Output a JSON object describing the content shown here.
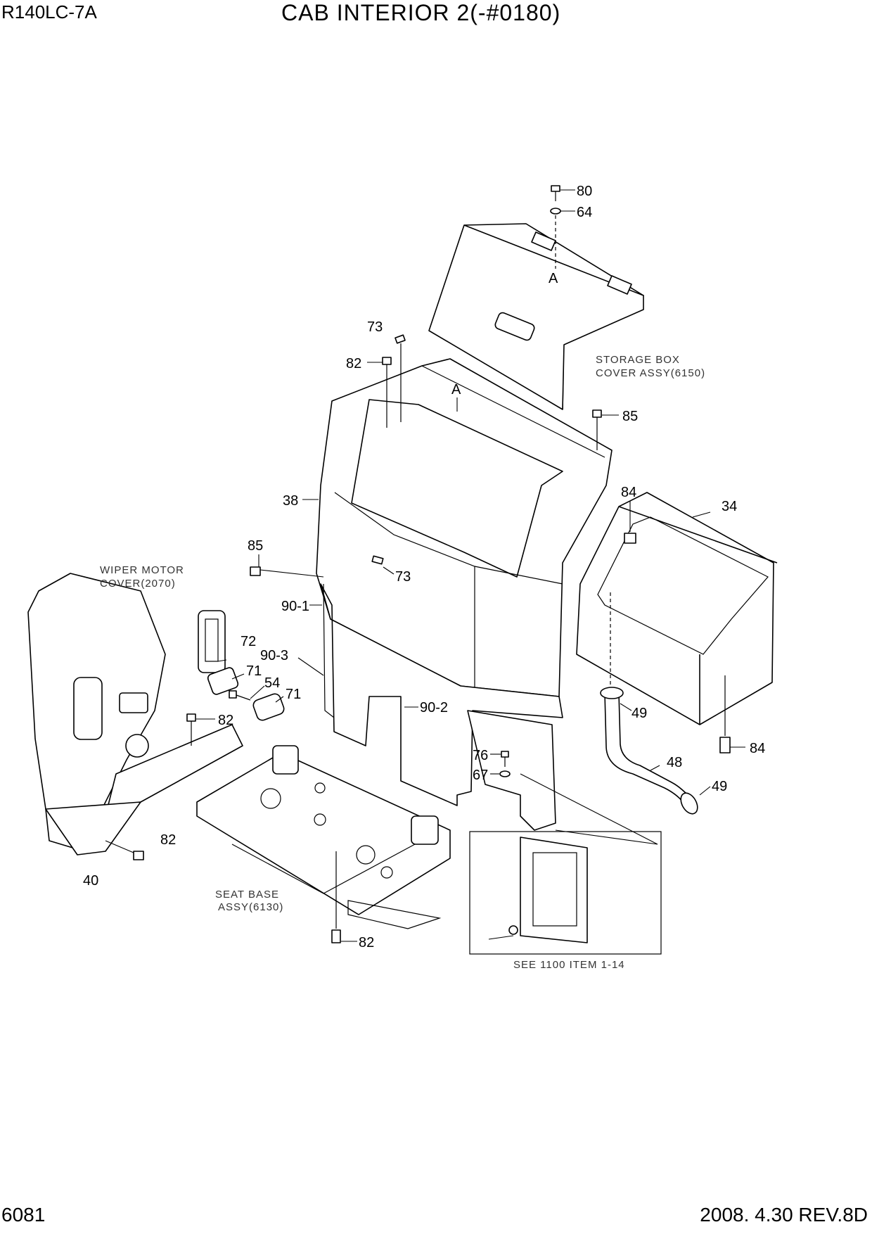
{
  "header": {
    "model": "R140LC-7A",
    "title": "CAB INTERIOR 2(-#0180)"
  },
  "footer": {
    "page": "6081",
    "date_rev": "2008.  4.30  REV.8D"
  },
  "callouts": {
    "c80": "80",
    "c64": "64",
    "cA_top": "A",
    "cA_mid": "A",
    "c73_top": "73",
    "c82_top": "82",
    "c85_right": "85",
    "c84_top": "84",
    "c34": "34",
    "c38": "38",
    "c85_left": "85",
    "c73_mid": "73",
    "c90_1": "90-1",
    "c72": "72",
    "c71_a": "71",
    "c90_3": "90-3",
    "c54": "54",
    "c71_b": "71",
    "c82_mid": "82",
    "c90_2": "90-2",
    "c49_a": "49",
    "c48": "48",
    "c49_b": "49",
    "c84_bottom": "84",
    "c76": "76",
    "c67": "67",
    "c82_left": "82",
    "c40": "40",
    "c82_bottom": "82"
  },
  "notes": {
    "storage_box_l1": "STORAGE BOX",
    "storage_box_l2": "COVER ASSY(6150)",
    "wiper_l1": "WIPER MOTOR",
    "wiper_l2": "COVER(2070)",
    "seat_l1": "SEAT BASE",
    "seat_l2": "ASSY(6130)",
    "see_ref": "SEE 1100 ITEM 1-14"
  }
}
